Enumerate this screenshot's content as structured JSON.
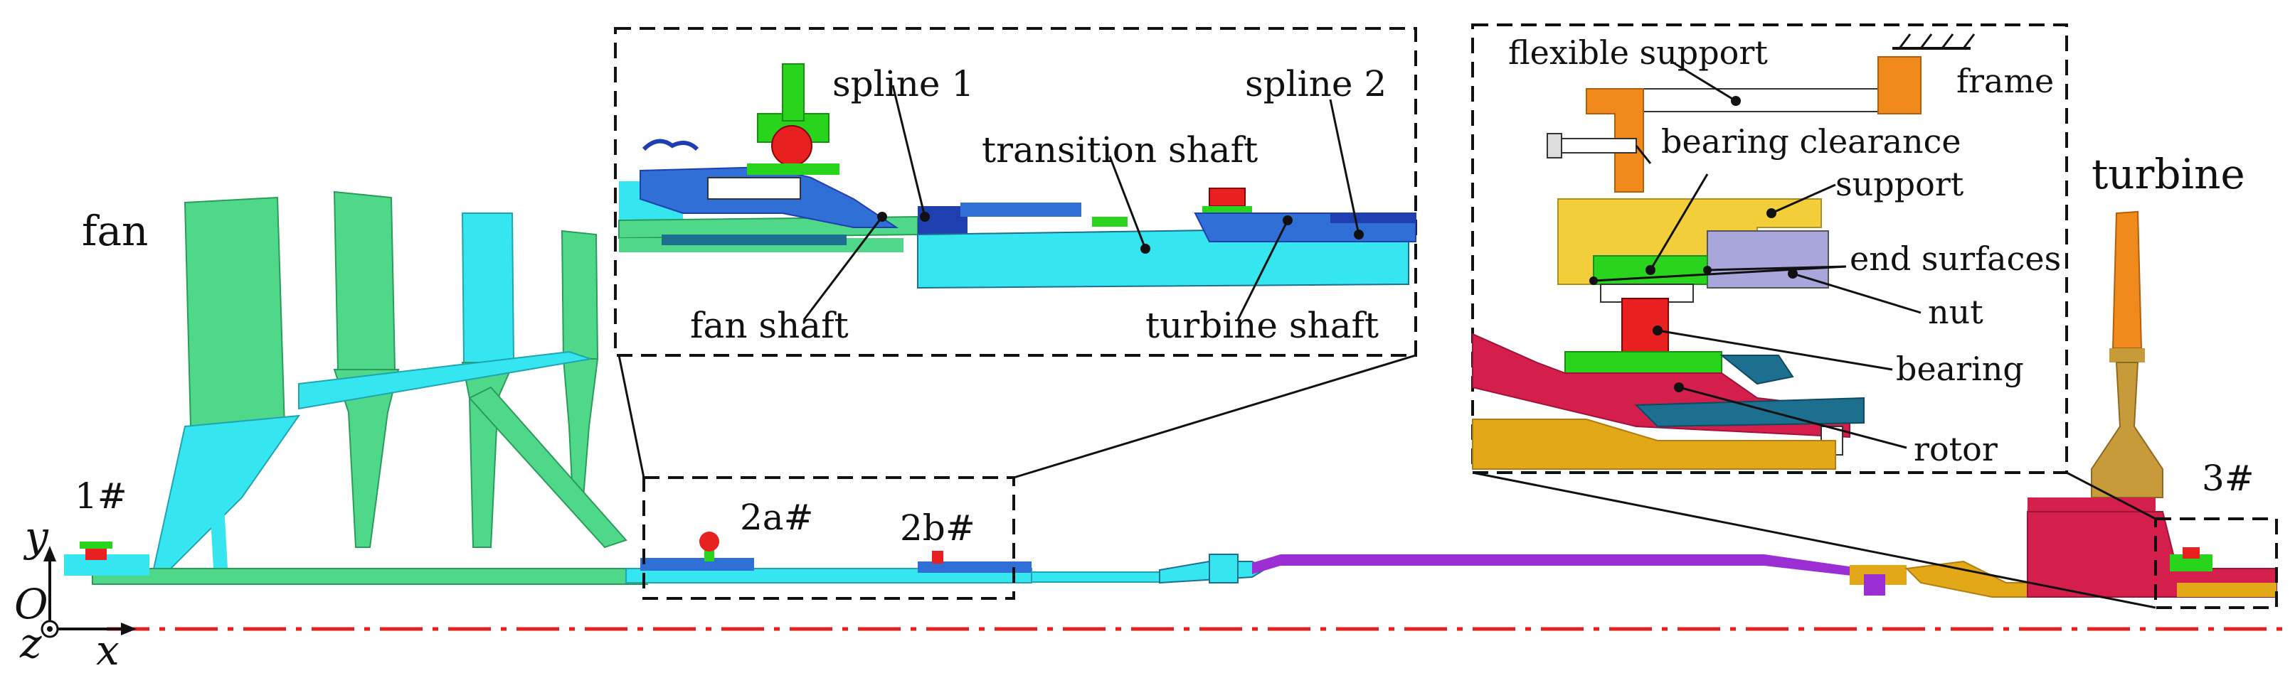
{
  "labels": {
    "fan": "fan",
    "turbine": "turbine",
    "node_1": "1#",
    "node_2a": "2a#",
    "node_2b": "2b#",
    "node_3": "3#",
    "axis_y": "y",
    "axis_x": "x",
    "axis_z": "z",
    "origin": "O"
  },
  "inset_left": {
    "spline_1": "spline 1",
    "spline_2": "spline 2",
    "transition_shaft": "transition shaft",
    "fan_shaft": "fan shaft",
    "turbine_shaft": "turbine shaft"
  },
  "inset_right": {
    "flexible_support": "flexible support",
    "frame": "frame",
    "bearing_clearance": "bearing clearance",
    "support": "support",
    "end_surfaces": "end surfaces",
    "nut": "nut",
    "bearing": "bearing",
    "rotor": "rotor"
  },
  "colors": {
    "fan_green": "#4fd88a",
    "cyan": "#35e6f0",
    "blue": "#2f6fd6",
    "dark_blue": "#1f3fb0",
    "purple": "#9b2fd4",
    "orange": "#f08a1c",
    "gold": "#e2a817",
    "yellow": "#f2cf3a",
    "lavender": "#a9a6dc",
    "red": "#e82020",
    "crimson": "#d41f4d",
    "teal": "#1c6f8f",
    "green": "#28d41c",
    "tan": "#c79a3a",
    "axis_red": "#e52020"
  }
}
